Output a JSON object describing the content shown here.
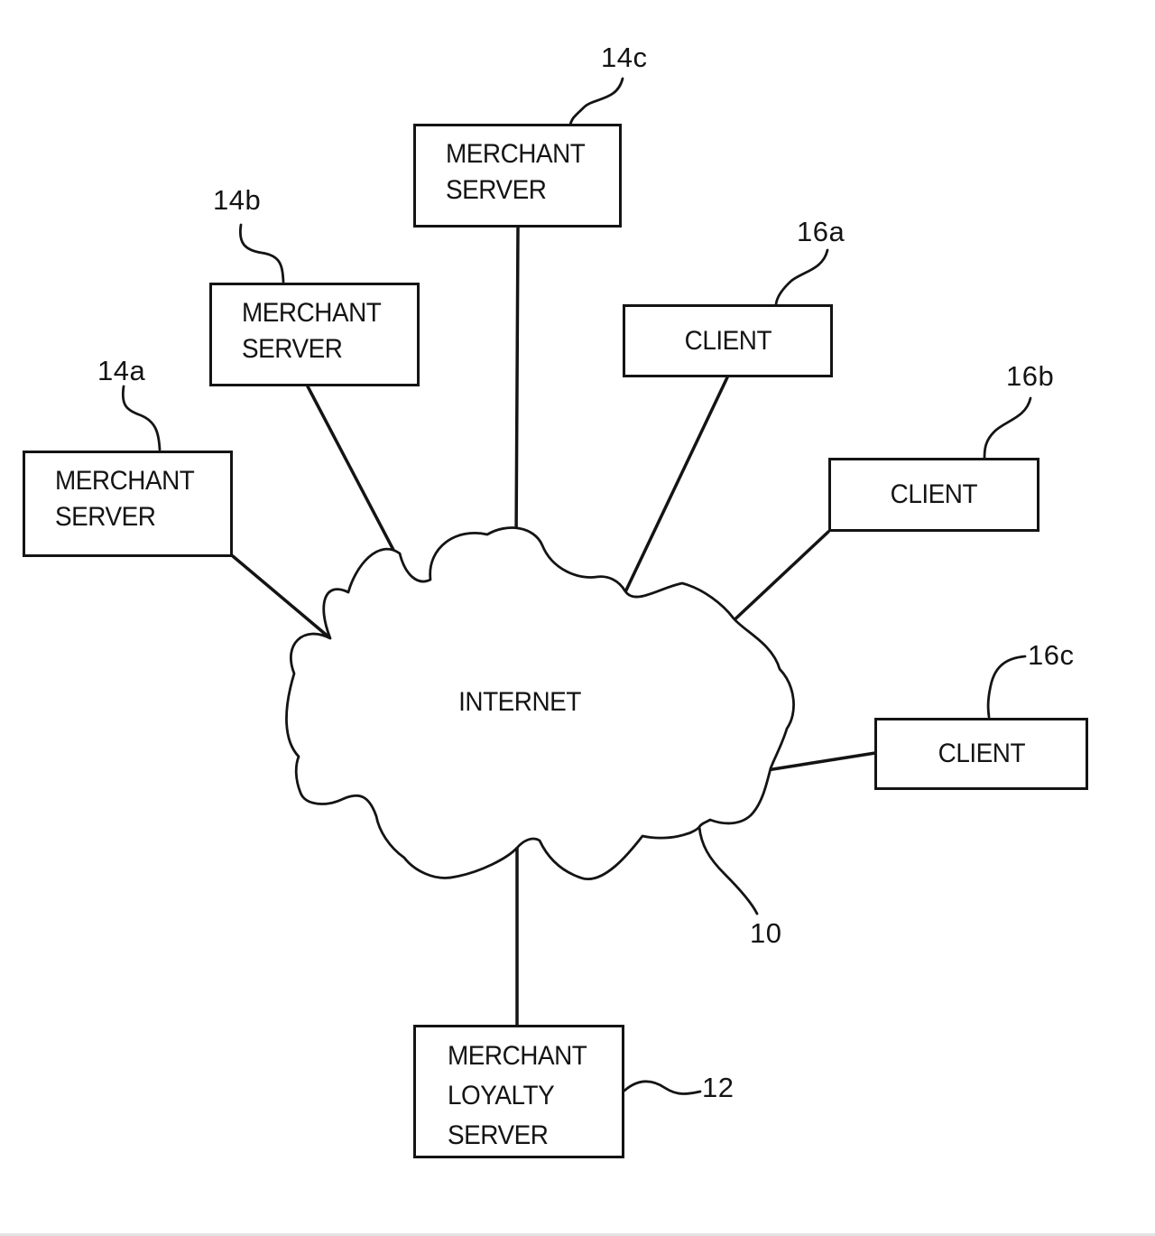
{
  "diagram": {
    "cloud": {
      "label": "INTERNET",
      "ref": "10"
    },
    "boxes": {
      "merchant_server_a": {
        "line1": "MERCHANT",
        "line2": "SERVER",
        "ref": "14a"
      },
      "merchant_server_b": {
        "line1": "MERCHANT",
        "line2": "SERVER",
        "ref": "14b"
      },
      "merchant_server_c": {
        "line1": "MERCHANT",
        "line2": "SERVER",
        "ref": "14c"
      },
      "client_a": {
        "label": "CLIENT",
        "ref": "16a"
      },
      "client_b": {
        "label": "CLIENT",
        "ref": "16b"
      },
      "client_c": {
        "label": "CLIENT",
        "ref": "16c"
      },
      "loyalty_server": {
        "line1": "MERCHANT",
        "line2": "LOYALTY",
        "line3": "SERVER",
        "ref": "12"
      }
    },
    "colors": {
      "ink": "#141414",
      "background": "#ffffff"
    }
  }
}
